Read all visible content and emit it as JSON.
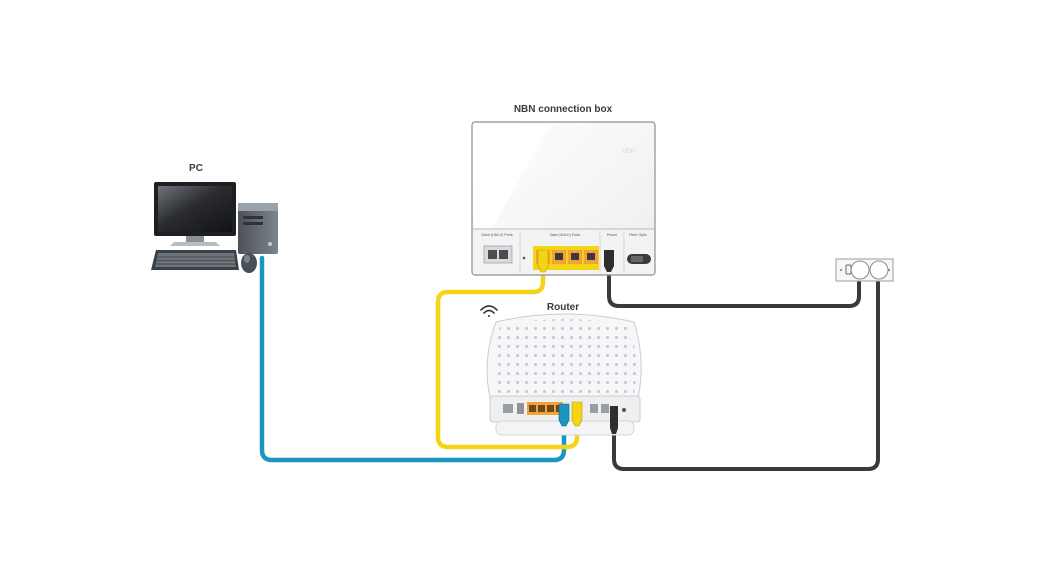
{
  "labels": {
    "nbn": "NBN connection box",
    "pc": "PC",
    "router": "Router"
  },
  "nbn_box": {
    "brand": "nbn",
    "port_labels": {
      "voice": "Voice (UNI-V) Ports",
      "data": "Data (UNI-D) Ports",
      "power": "Power",
      "fibre": "Fibre Optic"
    }
  },
  "colors": {
    "ethernet_blue": "#1a96bf",
    "ethernet_yellow": "#f5d416",
    "power_cable": "#3a3a3a",
    "port_orange": "#f2a23a",
    "label_text": "#3b3b3b"
  },
  "icons": [
    "computer-monitor-icon",
    "pc-tower-icon",
    "keyboard-icon",
    "mouse-icon",
    "wifi-icon",
    "power-outlet-icon"
  ]
}
